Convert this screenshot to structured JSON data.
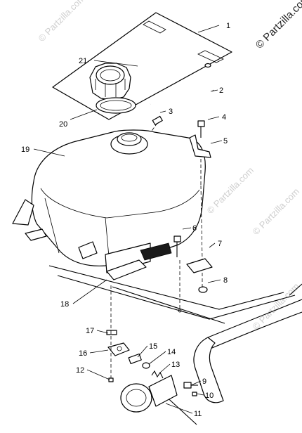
{
  "watermarks": {
    "corner_text": "© Partzilla.com",
    "repeat_text": "© Partzilla.com"
  },
  "callouts": [
    "1",
    "2",
    "3",
    "4",
    "5",
    "6",
    "7",
    "8",
    "9",
    "10",
    "11",
    "12",
    "13",
    "14",
    "15",
    "16",
    "17",
    "18",
    "19",
    "20",
    "21"
  ],
  "colors": {
    "ink": "#000000",
    "background": "#ffffff",
    "watermark": "#cfcfcf"
  }
}
